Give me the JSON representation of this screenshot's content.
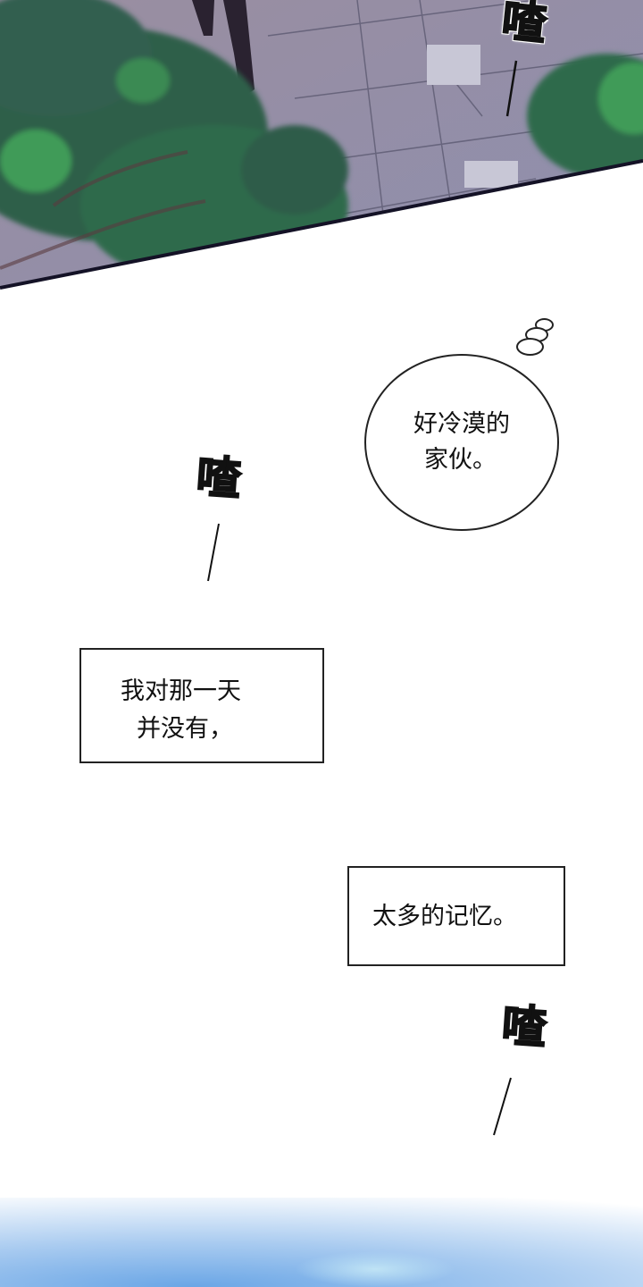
{
  "panel_top": {
    "description_colors": {
      "paving": "#8f8ea8",
      "foliage": "#2f6b4c",
      "foliage_light": "#3f9b58",
      "border": "#141226"
    }
  },
  "sfx": [
    "喳",
    "喳",
    "喳"
  ],
  "thought_bubble": {
    "lines": [
      "好冷漠的",
      "家伙。"
    ]
  },
  "narration_1": {
    "lines": [
      "我对那一天",
      "并没有，"
    ]
  },
  "narration_2": {
    "lines": [
      "太多的记忆。"
    ]
  },
  "bottom_gradient": {
    "color": "#6aa6e6"
  }
}
